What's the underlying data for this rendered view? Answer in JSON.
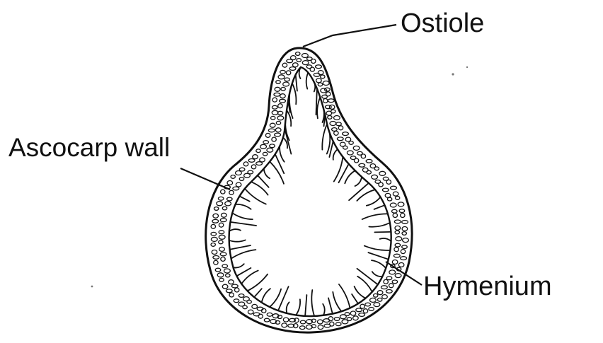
{
  "labels": {
    "ostiole": "Ostiole",
    "ascocarp_wall": "Ascocarp wall",
    "hymenium": "Hymenium"
  },
  "colors": {
    "ink": "#111111",
    "background": "#ffffff"
  }
}
